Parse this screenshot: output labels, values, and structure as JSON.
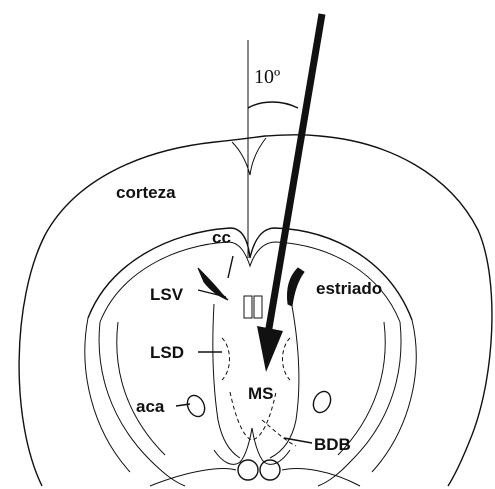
{
  "figure": {
    "angle_label": "10º",
    "labels": {
      "corteza": "corteza",
      "cc": "cc",
      "estriado": "estriado",
      "lsv": "LSV",
      "lsd": "LSD",
      "aca": "aca",
      "ms": "MS",
      "bdb": "BDB"
    },
    "colors": {
      "ink": "#111111",
      "background": "#ffffff"
    }
  }
}
